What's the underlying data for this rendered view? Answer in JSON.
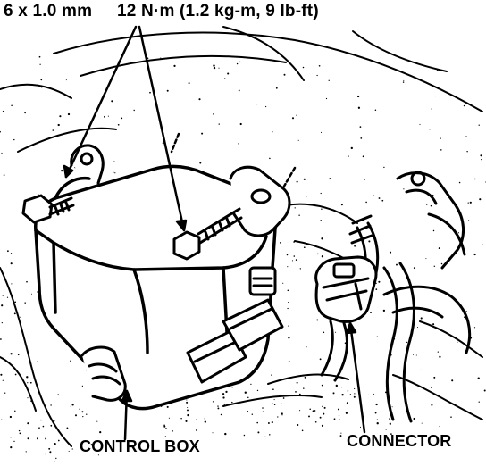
{
  "spec": {
    "bolt_size": "6 x 1.0 mm",
    "torque": "12 N·m (1.2 kg-m, 9 lb-ft)"
  },
  "labels": {
    "control_box": "CONTROL BOX",
    "connector": "CONNECTOR"
  },
  "colors": {
    "ink": "#000000",
    "paper": "#ffffff"
  }
}
